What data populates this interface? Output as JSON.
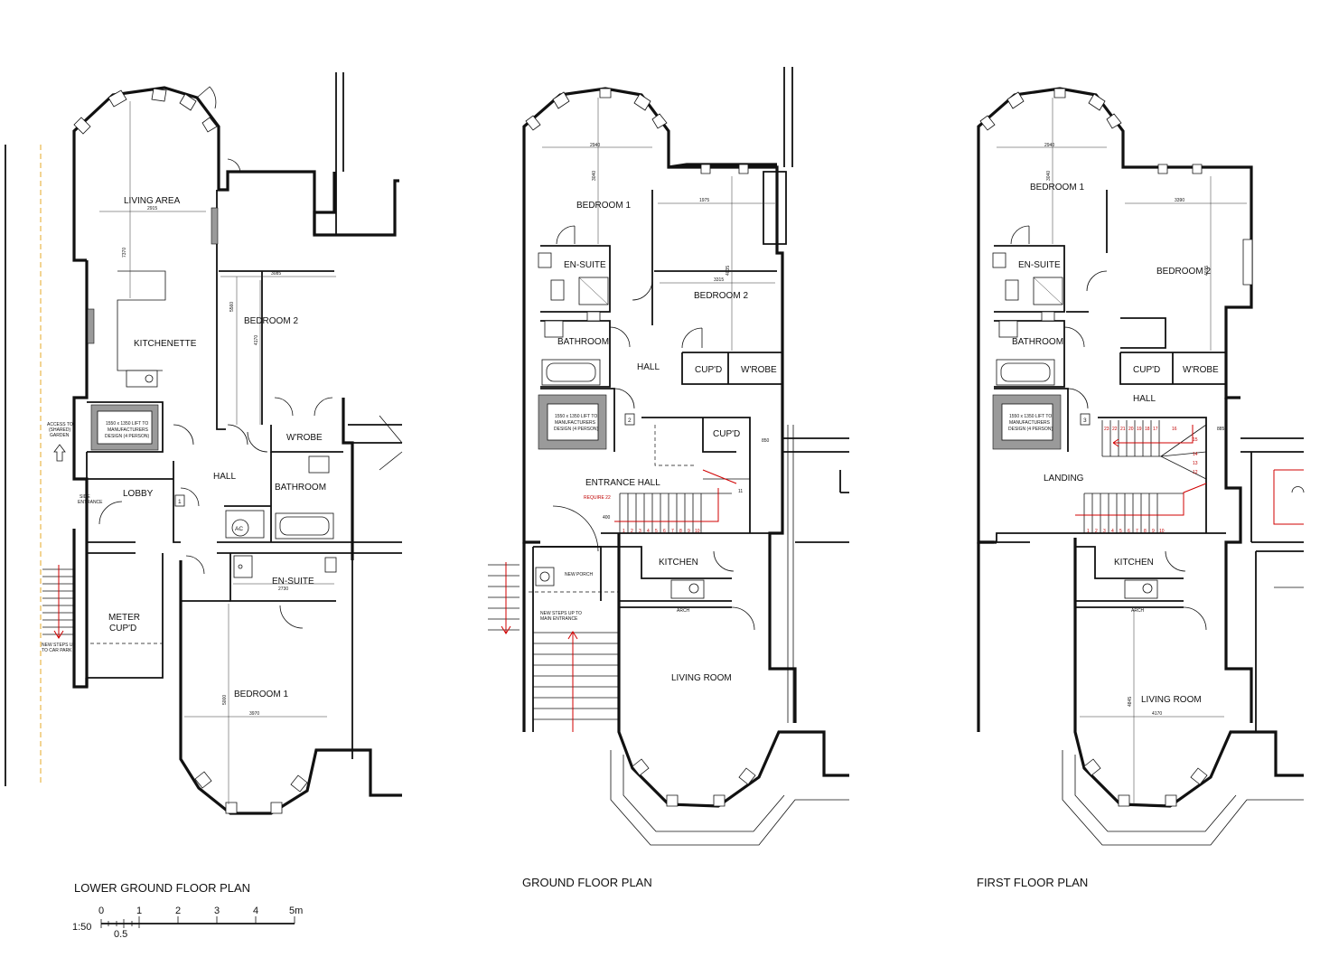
{
  "plans": {
    "lower": {
      "title": "LOWER GROUND FLOOR PLAN",
      "rooms": {
        "living_area": "LIVING AREA",
        "kitchenette": "KITCHENETTE",
        "bedroom2": "BEDROOM 2",
        "wrobe": "W'ROBE",
        "hall": "HALL",
        "bathroom": "BATHROOM",
        "lobby": "LOBBY",
        "ensuite": "EN-SUITE",
        "meter_line1": "METER",
        "meter_line2": "CUP'D",
        "bedroom1": "BEDROOM 1",
        "ac": "AC"
      },
      "notes": {
        "access_1": "ACCESS TO",
        "access_2": "(SHARED)",
        "access_3": "GARDEN",
        "side_1": "SIDE",
        "side_2": "ENTRANCE",
        "steps_1": "NEW STEPS UP",
        "steps_2": "TO CAR PARK",
        "lift_1": "1550 x 1350 LIFT TO",
        "lift_2": "MANUFACTURERS",
        "lift_3": "DESIGN (4 PERSON)",
        "lift_no": "1"
      },
      "dims": {
        "living_w": "2915",
        "living_h": "7370",
        "bed2_w": "3085",
        "bed2_h1": "5560",
        "bed2_h2": "4170",
        "ensuite_w": "2730",
        "bed1_w": "3970",
        "bed1_h": "5000"
      }
    },
    "ground": {
      "title": "GROUND FLOOR PLAN",
      "rooms": {
        "bedroom1": "BEDROOM 1",
        "bedroom2": "BEDROOM 2",
        "ensuite": "EN-SUITE",
        "bathroom": "BATHROOM",
        "hall": "HALL",
        "cupd1": "CUP'D",
        "wrobe": "W'ROBE",
        "cupd2": "CUP'D",
        "entrance_hall": "ENTRANCE HALL",
        "kitchen": "KITCHEN",
        "living_room": "LIVING ROOM",
        "new_porch": "NEW PORCH"
      },
      "notes": {
        "require": "REQUIRE 22",
        "steps_1": "NEW STEPS UP TO",
        "steps_2": "MAIN ENTRANCE",
        "arch": "ARCH",
        "lift_1": "1550 x 1350 LIFT TO",
        "lift_2": "MANUFACTURERS",
        "lift_3": "DESIGN (4 PERSON)",
        "lift_no": "2",
        "stair_w": "400",
        "stair_top": "11"
      },
      "dims": {
        "bed1_w": "2940",
        "bed1_h": "3040",
        "bed2_top": "1975",
        "bed2_w": "3315",
        "bed2_h": "4035",
        "right": "850"
      },
      "stair_numbers": [
        "1",
        "2",
        "3",
        "4",
        "5",
        "6",
        "7",
        "8",
        "9",
        "10"
      ]
    },
    "first": {
      "title": "FIRST FLOOR PLAN",
      "rooms": {
        "bedroom1": "BEDROOM 1",
        "bedroom2": "BEDROOM 2",
        "ensuite": "EN-SUITE",
        "bathroom": "BATHROOM",
        "hall": "HALL",
        "cupd": "CUP'D",
        "wrobe": "W'ROBE",
        "landing": "LANDING",
        "kitchen": "KITCHEN",
        "living_room": "LIVING ROOM"
      },
      "notes": {
        "arch": "ARCH",
        "lift_1": "1550 x 1350 LIFT TO",
        "lift_2": "MANUFACTURERS",
        "lift_3": "DESIGN (4 PERSON)",
        "lift_no": "3"
      },
      "dims": {
        "bed1_w": "2940",
        "bed1_h": "3040",
        "bed2_w": "3390",
        "bed2_h": "4035",
        "living_w": "4170",
        "living_h": "4845",
        "right": "885"
      },
      "stair_numbers": [
        "1",
        "2",
        "3",
        "4",
        "5",
        "6",
        "7",
        "8",
        "9",
        "10"
      ],
      "stair_top_numbers": [
        "23",
        "22",
        "21",
        "20",
        "19",
        "18",
        "17",
        "16"
      ],
      "stair_side_numbers": [
        "15",
        "14",
        "13",
        "12"
      ]
    }
  },
  "scale": {
    "ratio": "1:50",
    "ticks": [
      "0",
      "1",
      "2",
      "3",
      "4",
      "5m"
    ],
    "half": "0.5"
  }
}
